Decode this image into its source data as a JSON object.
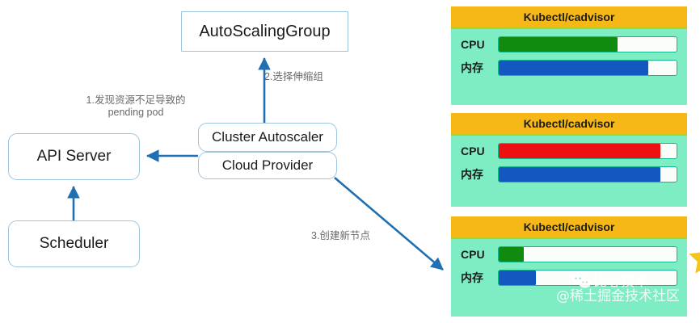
{
  "diagram": {
    "nodes": [
      {
        "id": "autoscalinggroup",
        "label": "AutoScalingGroup"
      },
      {
        "id": "api-server",
        "label": "API Server"
      },
      {
        "id": "scheduler",
        "label": "Scheduler"
      },
      {
        "id": "cluster-autoscaler",
        "label": "Cluster Autoscaler"
      },
      {
        "id": "cloud-provider",
        "label": "Cloud Provider"
      }
    ],
    "edge_labels": [
      {
        "id": "step1",
        "text": "1.发现资源不足导致的\npending pod"
      },
      {
        "id": "step2",
        "text": "2.选择伸缩组"
      },
      {
        "id": "step3",
        "text": "3.创建新节点"
      }
    ],
    "colors": {
      "node_border": "#9ec5de",
      "node_fill": "#ffffff",
      "arrow": "#1f6fb2",
      "label_text": "#6a6a6a"
    }
  },
  "metrics_panel": {
    "cards": [
      {
        "title": "Kubectl/cadvisor",
        "rows": [
          {
            "label": "CPU",
            "percent": 67,
            "color": "#118b0f"
          },
          {
            "label": "内存",
            "percent": 84,
            "color": "#1357c0"
          }
        ]
      },
      {
        "title": "Kubectl/cadvisor",
        "rows": [
          {
            "label": "CPU",
            "percent": 91,
            "color": "#ee1111"
          },
          {
            "label": "内存",
            "percent": 91,
            "color": "#1357c0"
          }
        ]
      },
      {
        "title": "Kubectl/cadvisor",
        "rows": [
          {
            "label": "CPU",
            "percent": 14,
            "color": "#118b0f"
          },
          {
            "label": "内存",
            "percent": 21,
            "color": "#1357c0"
          }
        ]
      }
    ],
    "colors": {
      "header_bg": "#f5b816",
      "body_bg": "#7fedc4",
      "track_bg": "#fbfdfb",
      "track_border": "#0fb98a",
      "star": "#f5c518"
    }
  },
  "watermark": {
    "brand": "比心技术",
    "site": "@稀土掘金技术社区"
  }
}
